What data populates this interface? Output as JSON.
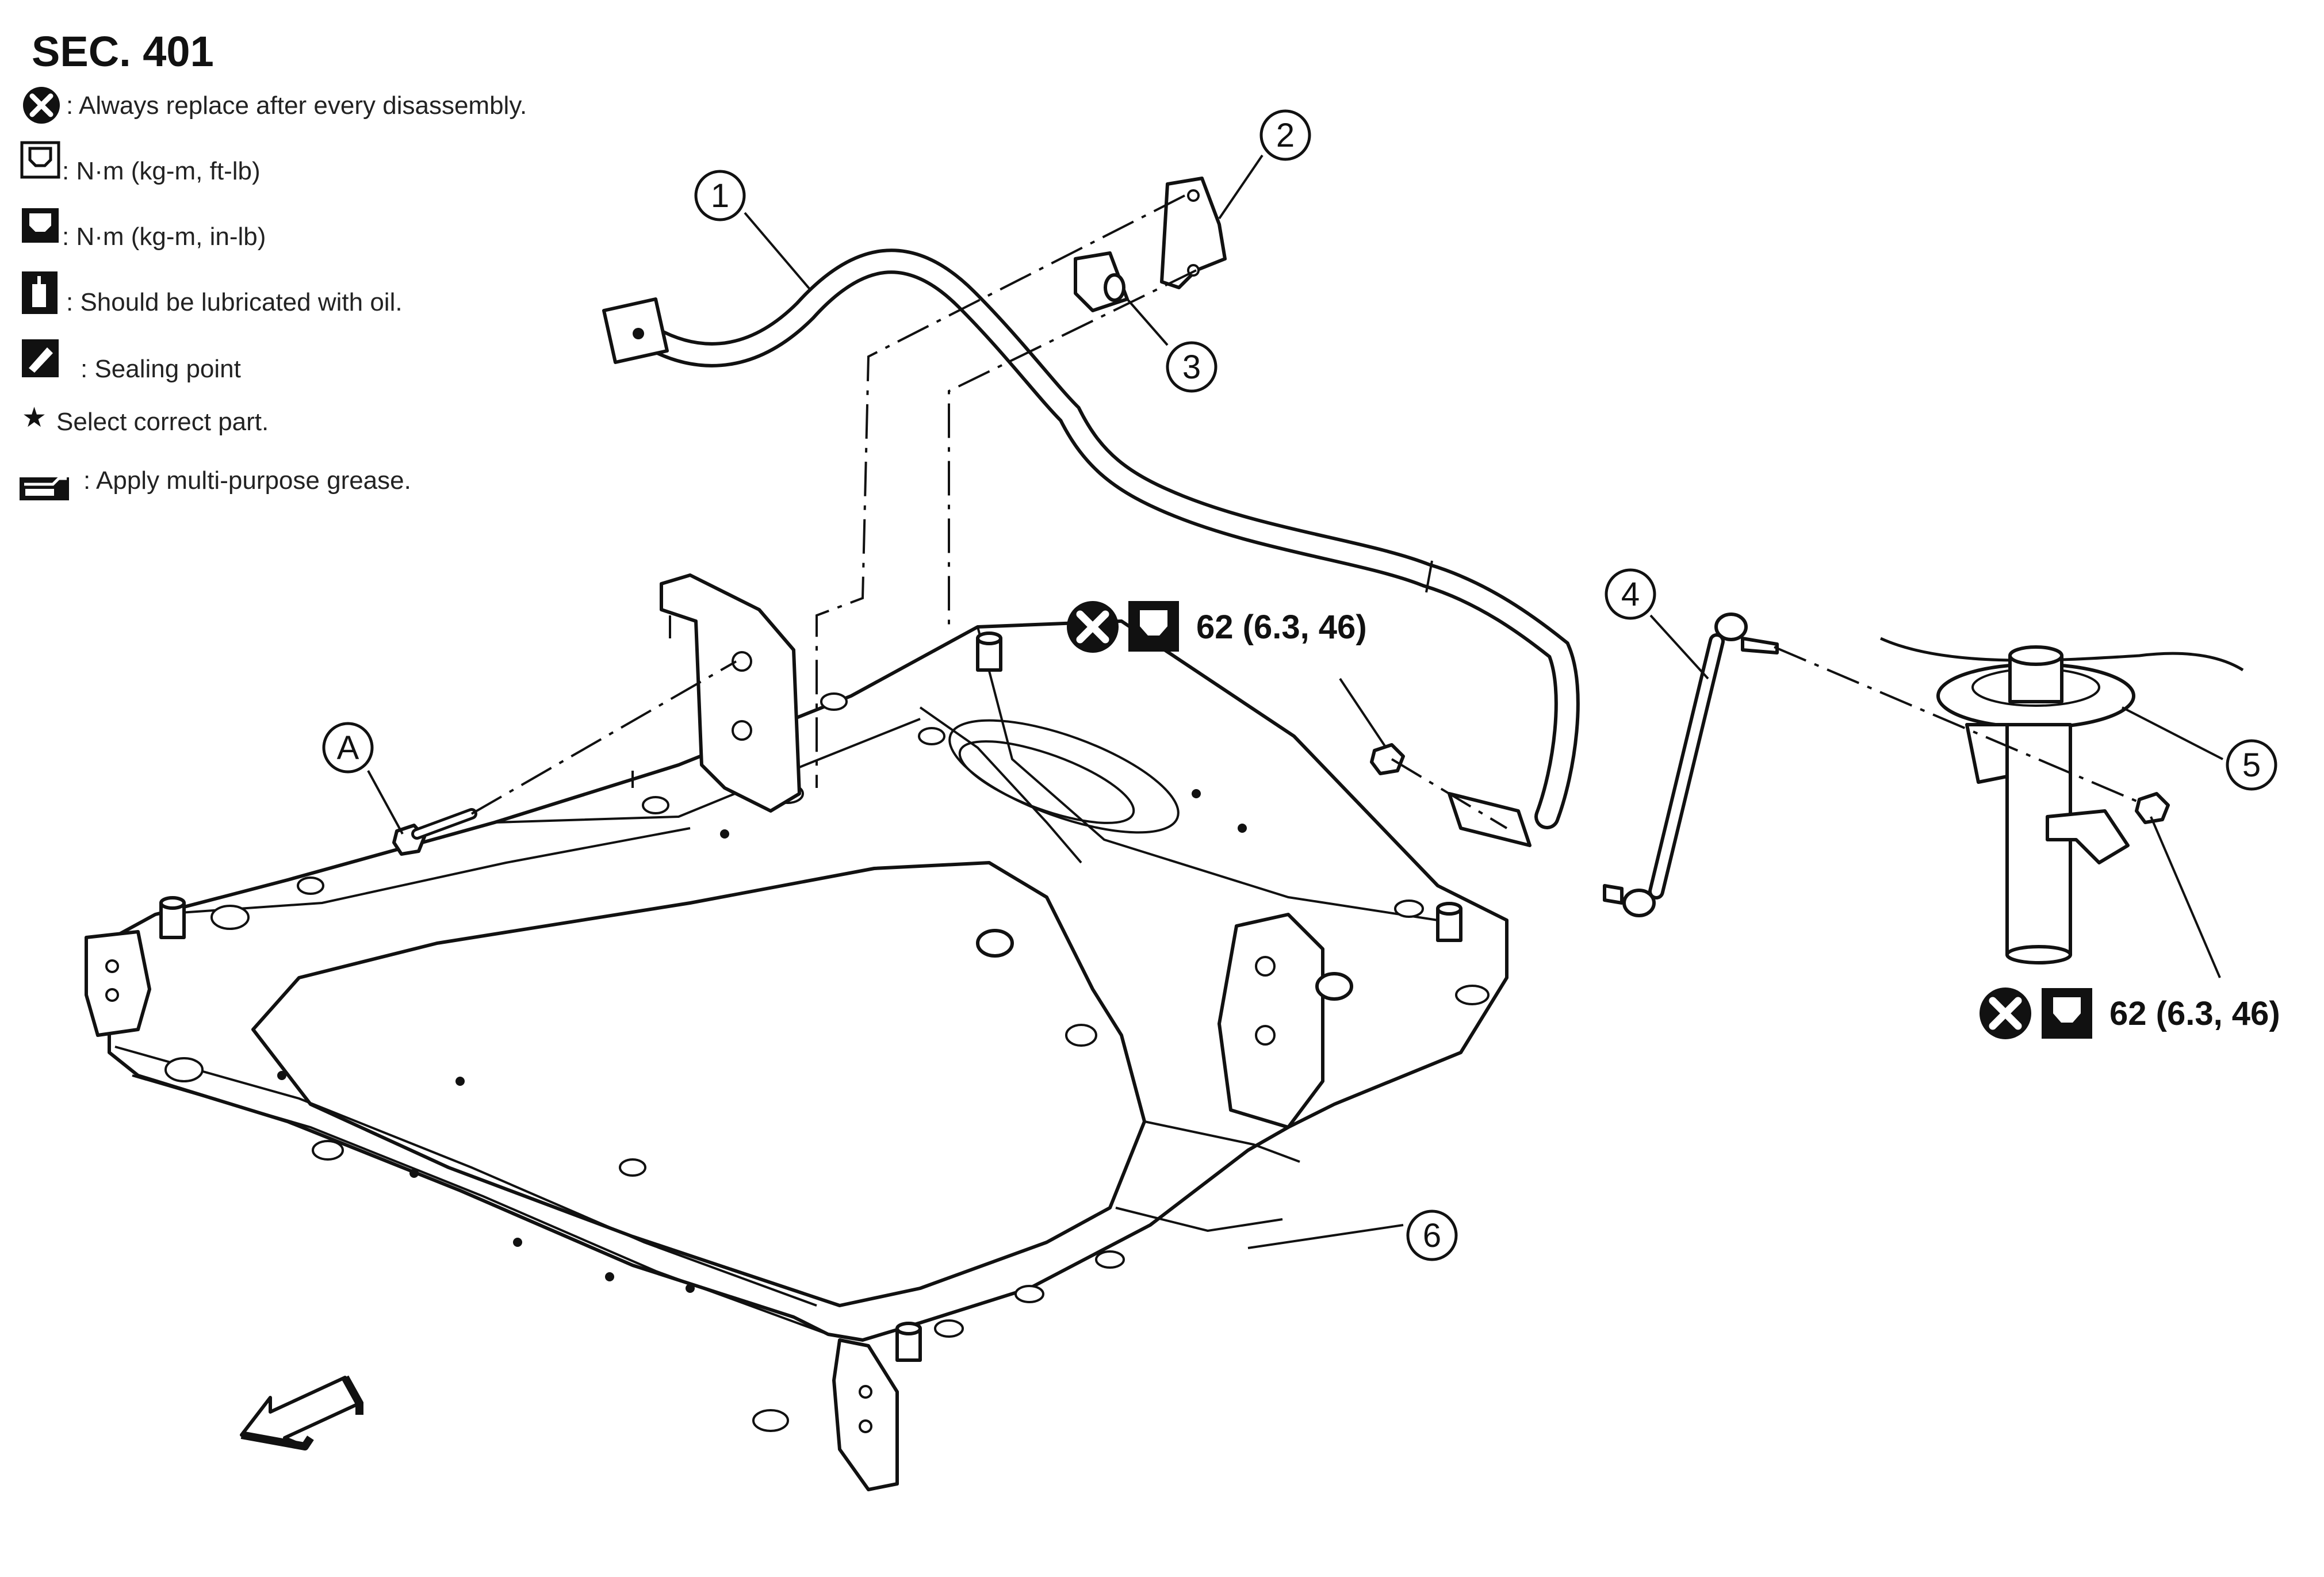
{
  "section": "SEC. 401",
  "legend": [
    {
      "icon": "replace-x-icon",
      "text": ": Always replace after every disassembly."
    },
    {
      "icon": "torque-ft-lb-icon",
      "text": ": N·m (kg-m, ft-lb)"
    },
    {
      "icon": "torque-in-lb-icon",
      "text": ": N·m (kg-m, in-lb)"
    },
    {
      "icon": "oil-can-icon",
      "text": ": Should be lubricated with oil."
    },
    {
      "icon": "sealing-icon",
      "text": ": Sealing point"
    },
    {
      "icon": "star-icon",
      "text": "Select correct part."
    },
    {
      "icon": "grease-icon",
      "text": ": Apply multi-purpose grease."
    }
  ],
  "callouts": {
    "c1": "1",
    "c2": "2",
    "c3": "3",
    "c4": "4",
    "c5": "5",
    "c6": "6",
    "cA": "A"
  },
  "torque": {
    "center": "62 (6.3, 46)",
    "right": "62 (6.3, 46)"
  }
}
